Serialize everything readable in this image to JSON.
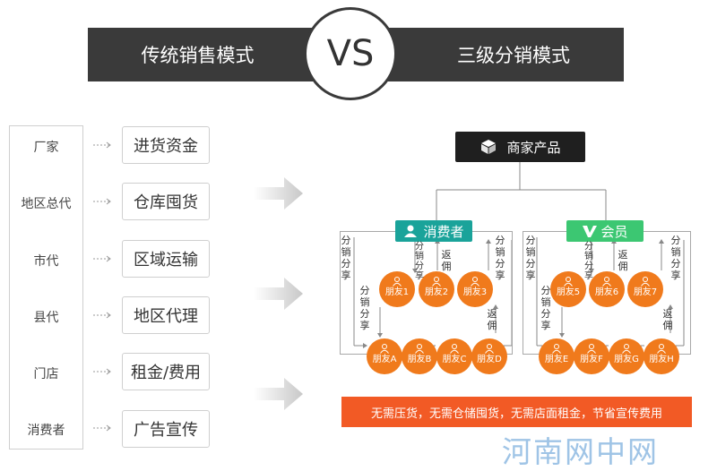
{
  "header": {
    "left_title": "传统销售模式",
    "vs": "VS",
    "right_title": "三级分销模式"
  },
  "traditional": {
    "levels": [
      "厂家",
      "地区总代",
      "市代",
      "县代",
      "门店",
      "消费者"
    ],
    "functions": [
      "进货资金",
      "仓库囤货",
      "区域运输",
      "地区代理",
      "租金/费用",
      "广告宣传"
    ]
  },
  "distribution": {
    "product": "商家产品",
    "groups": [
      {
        "label": "消费者",
        "icon": "person-icon",
        "color": "#1aa39a",
        "upper": [
          "朋友1",
          "朋友2",
          "朋友3"
        ],
        "lower": [
          "朋友A",
          "朋友B",
          "朋友C",
          "朋友D"
        ]
      },
      {
        "label": "会员",
        "icon": "v-badge-icon",
        "color": "#3cc772",
        "upper": [
          "朋友5",
          "朋友6",
          "朋友7"
        ],
        "lower": [
          "朋友E",
          "朋友F",
          "朋友G",
          "朋友H"
        ]
      }
    ],
    "labels": {
      "share": "分销分享",
      "rebate": "返佣"
    },
    "footer": "无需压货，无需仓储囤货，无需店面租金，节省宣传费用"
  },
  "watermark": "河南网中网",
  "colors": {
    "banner": "#3a3a3a",
    "friend": "#f07a1c",
    "footer": "#f25a25",
    "teal": "#1aa39a",
    "green": "#3cc772"
  }
}
